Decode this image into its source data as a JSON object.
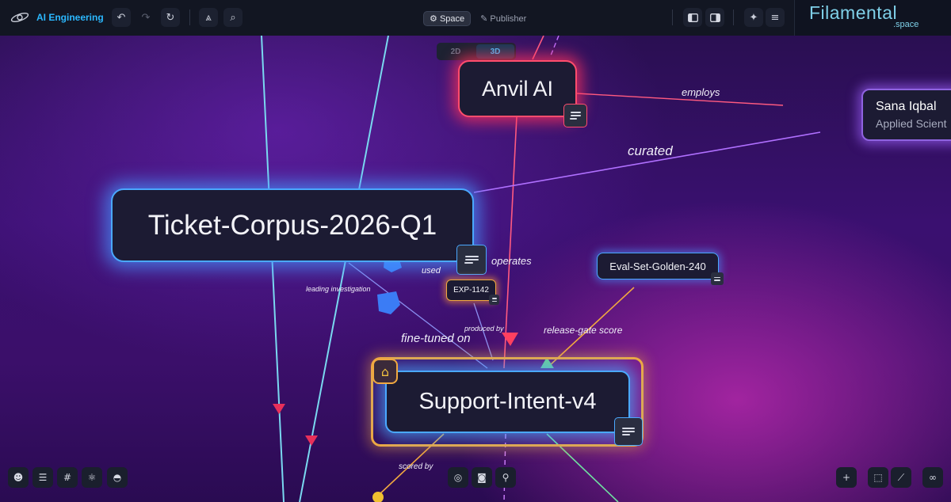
{
  "topbar": {
    "app_title": "AI Engineering",
    "mode_space": "Space",
    "mode_publisher": "Publisher",
    "logo_main": "Filamental",
    "logo_sub": ".space"
  },
  "view_toggle": {
    "option_2d": "2D",
    "option_3d": "3D",
    "active": "3D"
  },
  "nodes": {
    "anvil": "Anvil AI",
    "sana_name": "Sana Iqbal",
    "sana_role": "Applied Scient",
    "ticket": "Ticket-Corpus-2026-Q1",
    "eval": "Eval-Set-Golden-240",
    "exp": "EXP-1142",
    "support": "Support-Intent-v4"
  },
  "edge_labels": {
    "employs": "employs",
    "curated": "curated",
    "operates": "operates",
    "used": "used",
    "leading": "leading investigation",
    "produced": "produced by",
    "release": "release-gate score",
    "finetuned": "fine-tuned on",
    "scored": "scored by"
  },
  "colors": {
    "accent": "#2bb8ff",
    "node_fill": "#1c1b33",
    "anvil_glow": "#ff3b5c",
    "ticket_glow": "#4aa8ff",
    "support_frame": "#f0a840",
    "sana_glow": "#a86bff"
  },
  "icons": {
    "brand": "orbit-logo-icon",
    "undo": "undo-icon",
    "redo": "redo-icon",
    "refresh": "refresh-icon",
    "navigate": "compass-icon",
    "search": "search-icon",
    "space": "gear-icon",
    "publisher": "feather-icon",
    "panel_left": "panel-left-icon",
    "panel_right": "panel-right-icon",
    "sparkle": "sparkle-icon",
    "menu": "menu-icon"
  }
}
